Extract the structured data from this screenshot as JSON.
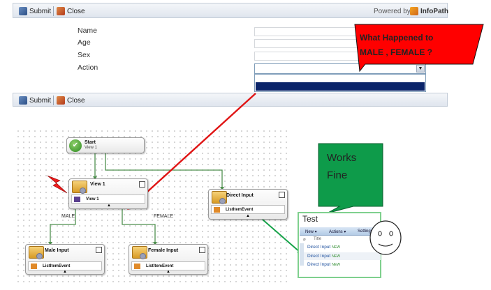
{
  "form": {
    "toolbar": {
      "submit_label": "Submit",
      "close_label": "Close",
      "powered_by": "Powered by:",
      "brand": "InfoPath"
    },
    "fields": [
      {
        "label": "Name"
      },
      {
        "label": "Age"
      },
      {
        "label": "Sex"
      },
      {
        "label": "Action"
      }
    ],
    "bottom_toolbar": {
      "submit_label": "Submit",
      "close_label": "Close"
    }
  },
  "callout_red": {
    "line1": "What Happened to",
    "line2": "MALE , FEMALE ?"
  },
  "callout_green": {
    "line1": "Works",
    "line2": "Fine"
  },
  "workflow": {
    "start": {
      "title": "Start",
      "subtitle": "View 1"
    },
    "view1": {
      "title": "View 1",
      "item": "View 1"
    },
    "direct_input": {
      "title": "Direct Input",
      "item": "ListItemEvent"
    },
    "male_input": {
      "title": "Male Input",
      "item": "ListItemEvent"
    },
    "female_input": {
      "title": "Female Input",
      "item": "ListItemEvent"
    },
    "label_male": "MALE",
    "label_female": "FEMALE"
  },
  "list": {
    "title": "Test",
    "toolbar": [
      "New",
      "Actions",
      "Settings"
    ],
    "column": "Title",
    "items": [
      {
        "title": "Direct Input",
        "badge": "NEW"
      },
      {
        "title": "Direct Input",
        "badge": "NEW"
      },
      {
        "title": "Direct Input",
        "badge": "NEW"
      }
    ]
  },
  "colors": {
    "red_callout": "#ff0000",
    "green_callout": "#0e9b4a",
    "selected_option": "#0a246a",
    "arrow_red": "#e01414",
    "arrow_green": "#17a34a",
    "connector": "#4d8f4d"
  }
}
